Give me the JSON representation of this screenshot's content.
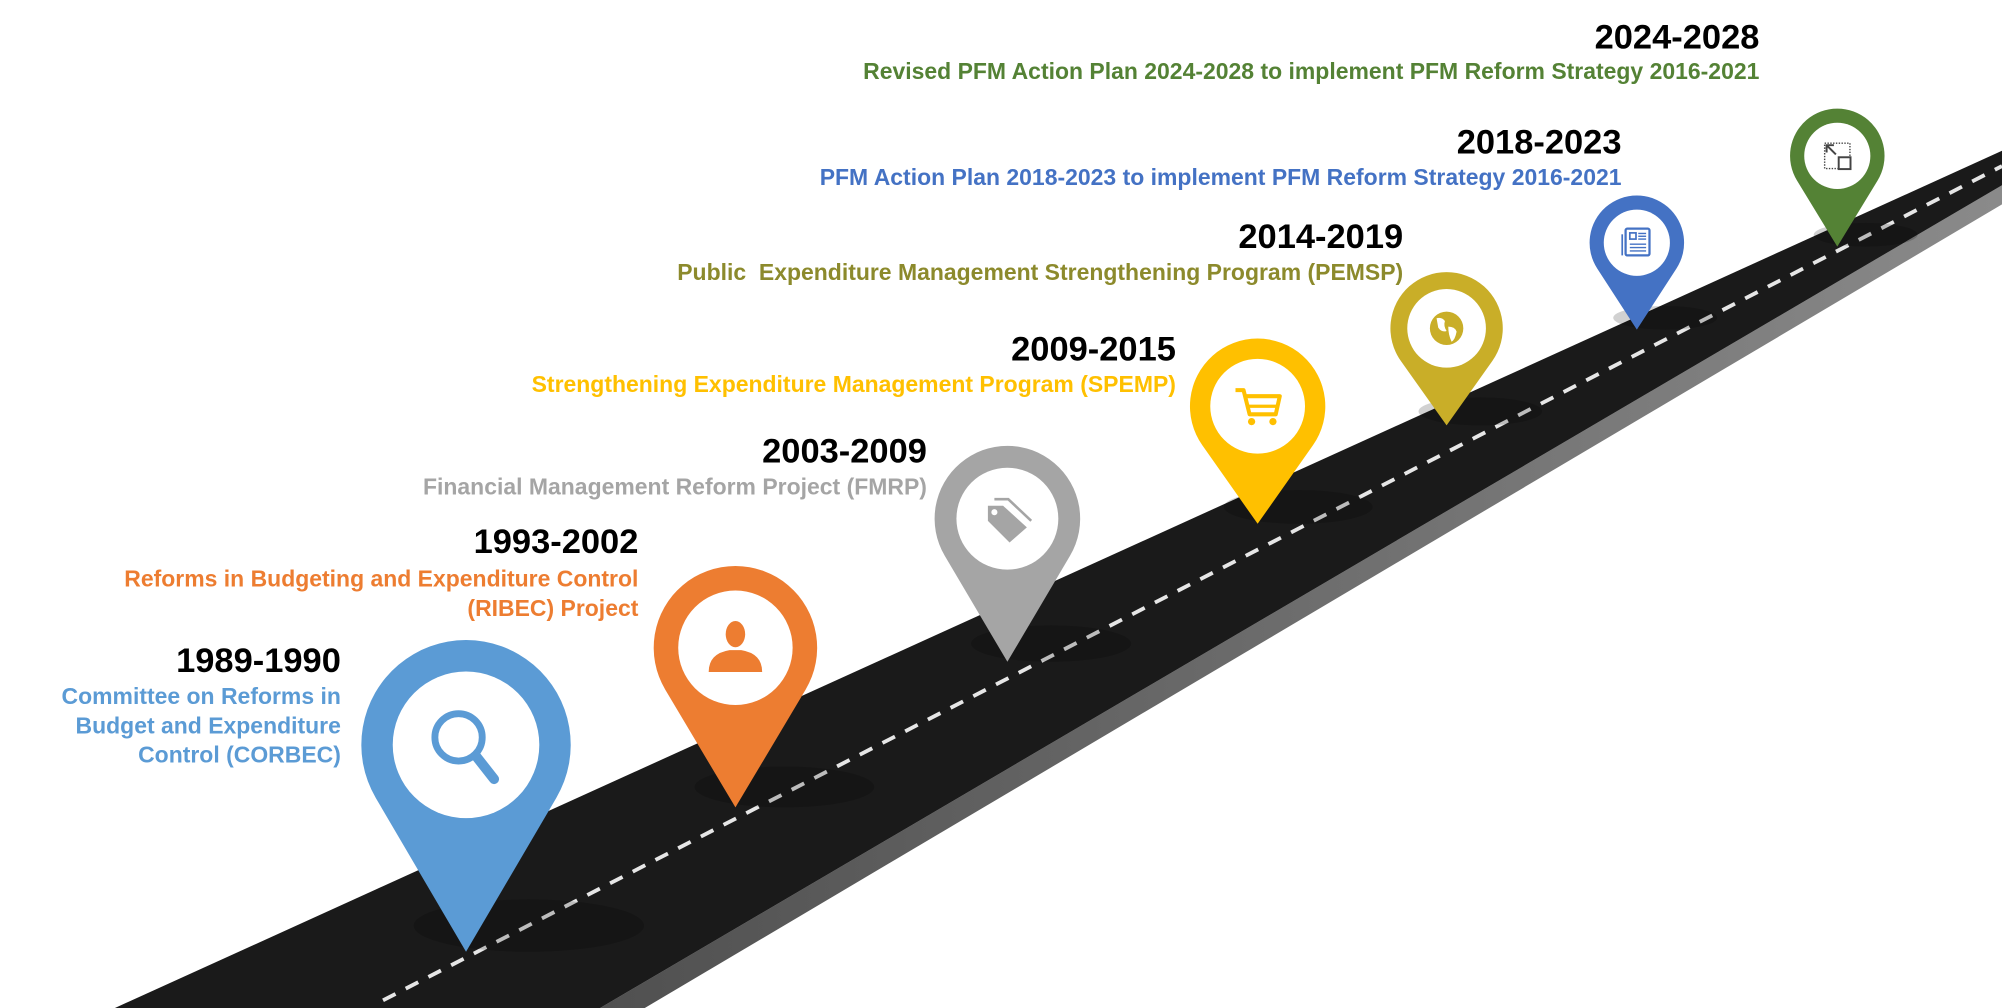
{
  "title": "PFM reform roadmap timeline",
  "milestones": [
    {
      "period": "1989-1990",
      "lines": [
        "Committee on Reforms in",
        "Budget and Expenditure",
        "Control (CORBEC)"
      ],
      "color": "#5B9BD5",
      "icon": "search-icon"
    },
    {
      "period": "1993-2002",
      "lines": [
        "Reforms in Budgeting and Expenditure Control",
        "(RIBEC) Project"
      ],
      "color": "#ED7D31",
      "icon": "person-icon"
    },
    {
      "period": "2003-2009",
      "lines": [
        "Financial Management Reform Project (FMRP)"
      ],
      "color": "#A5A5A5",
      "icon": "tag-icon"
    },
    {
      "period": "2009-2015",
      "lines": [
        "Strengthening Expenditure Management Program (SPEMP)"
      ],
      "color": "#FFC000",
      "icon": "shopping-cart-icon"
    },
    {
      "period": "2014-2019",
      "lines": [
        "Public  Expenditure Management Strengthening Program (PEMSP)"
      ],
      "color": "#C9AE28",
      "text_color": "#8C8A2C",
      "icon": "globe-icon"
    },
    {
      "period": "2018-2023",
      "lines": [
        "PFM Action Plan 2018-2023 to implement PFM Reform Strategy 2016-2021"
      ],
      "color": "#4472C4",
      "icon": "newspaper-icon"
    },
    {
      "period": "2024-2028",
      "lines": [
        "Revised PFM Action Plan 2024-2028 to implement PFM Reform Strategy 2016-2021"
      ],
      "color": "#548235",
      "icon": "resize-icon"
    }
  ],
  "colors": {
    "road": "#1a1a1a",
    "road_side": "#6b6b6b",
    "lane_marking": "#e6e6e6"
  }
}
